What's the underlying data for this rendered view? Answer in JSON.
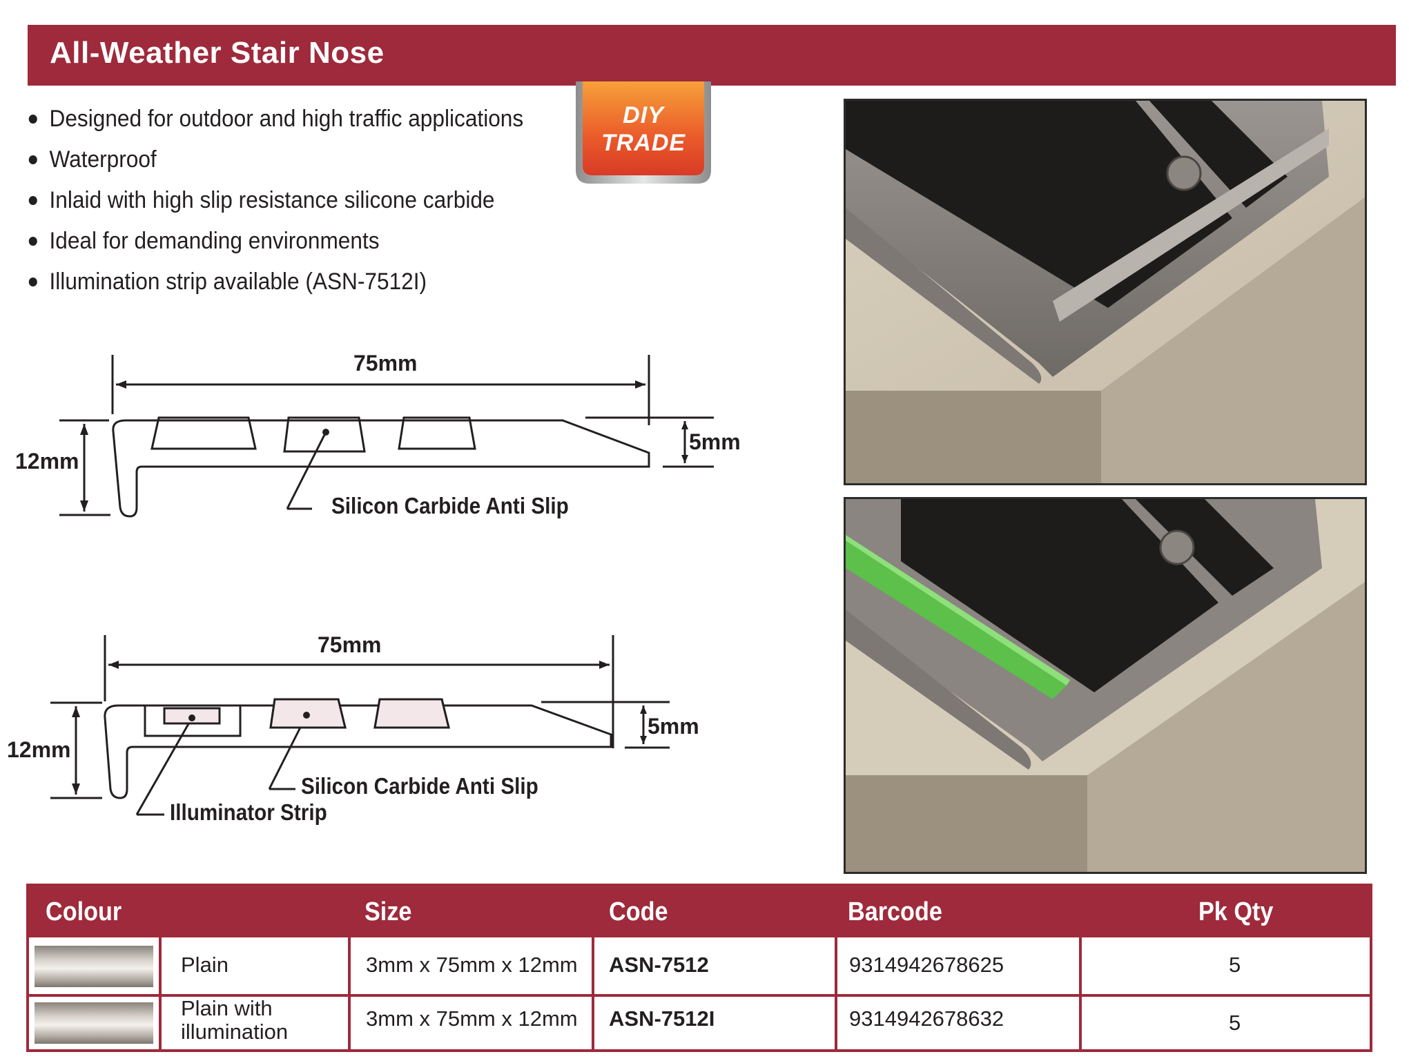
{
  "header": {
    "title": "All-Weather Stair Nose"
  },
  "badge": {
    "line1": "DIY",
    "line2": "TRADE"
  },
  "features": [
    "Designed for outdoor and high traffic applications",
    "Waterproof",
    "Inlaid with high slip resistance silicone carbide",
    "Ideal for demanding environments",
    "Illumination strip available (ASN-7512I)"
  ],
  "diagram1": {
    "width_label": "75mm",
    "height_label": "12mm",
    "depth_label": "5mm",
    "callout": "Silicon Carbide Anti Slip"
  },
  "diagram2": {
    "width_label": "75mm",
    "height_label": "12mm",
    "depth_label": "5mm",
    "callout1": "Silicon Carbide Anti Slip",
    "callout2": "Illuminator Strip"
  },
  "table": {
    "headers": [
      "Colour",
      "Size",
      "Code",
      "Barcode",
      "Pk Qty"
    ],
    "rows": [
      {
        "colour": "Plain",
        "size": "3mm x 75mm x 12mm",
        "code": "ASN-7512",
        "barcode": "9314942678625",
        "qty": "5"
      },
      {
        "colour_line1": "Plain with",
        "colour_line2": "illumination",
        "size": "3mm x 75mm x 12mm",
        "code": "ASN-7512I",
        "barcode": "9314942678632",
        "qty": "5"
      }
    ]
  },
  "colors": {
    "brand": "#9e2a3b",
    "badge": "#e8502a",
    "strip_green": "#5cc04a"
  }
}
